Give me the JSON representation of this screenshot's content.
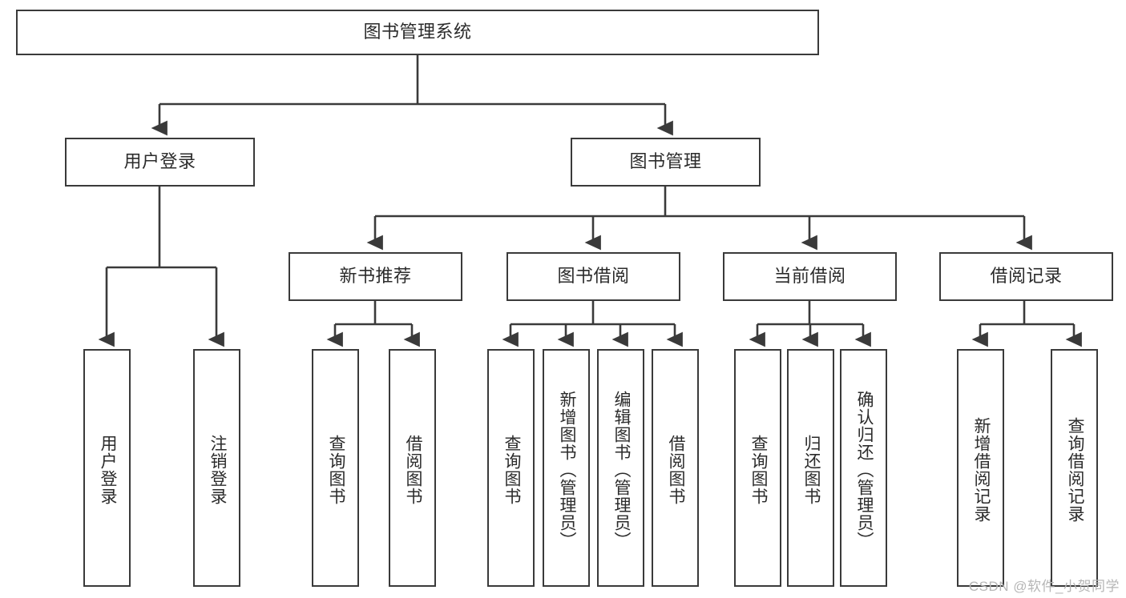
{
  "diagram": {
    "title": "图书管理系统",
    "watermark": "CSDN @软件_小贺同学",
    "colors": {
      "stroke": "#3a3a3a",
      "text": "#2b2b2b",
      "background": "#ffffff",
      "watermark": "#b6b6b6"
    },
    "root": {
      "label": "图书管理系统"
    },
    "level2": [
      {
        "label": "用户登录"
      },
      {
        "label": "图书管理"
      }
    ],
    "level3": [
      {
        "label": "新书推荐"
      },
      {
        "label": "图书借阅"
      },
      {
        "label": "当前借阅"
      },
      {
        "label": "借阅记录"
      }
    ],
    "leaves": {
      "user_login": [
        {
          "label": "用户登录"
        },
        {
          "label": "注销登录"
        }
      ],
      "new_book_recommend": [
        {
          "label": "查询图书"
        },
        {
          "label": "借阅图书"
        }
      ],
      "book_borrow": [
        {
          "label": "查询图书"
        },
        {
          "label": "新增图书（管理员）"
        },
        {
          "label": "编辑图书（管理员）"
        },
        {
          "label": "借阅图书"
        }
      ],
      "current_borrow": [
        {
          "label": "查询图书"
        },
        {
          "label": "归还图书"
        },
        {
          "label": "确认归还（管理员）"
        }
      ],
      "borrow_record": [
        {
          "label": "新增借阅记录"
        },
        {
          "label": "查询借阅记录"
        }
      ]
    }
  }
}
